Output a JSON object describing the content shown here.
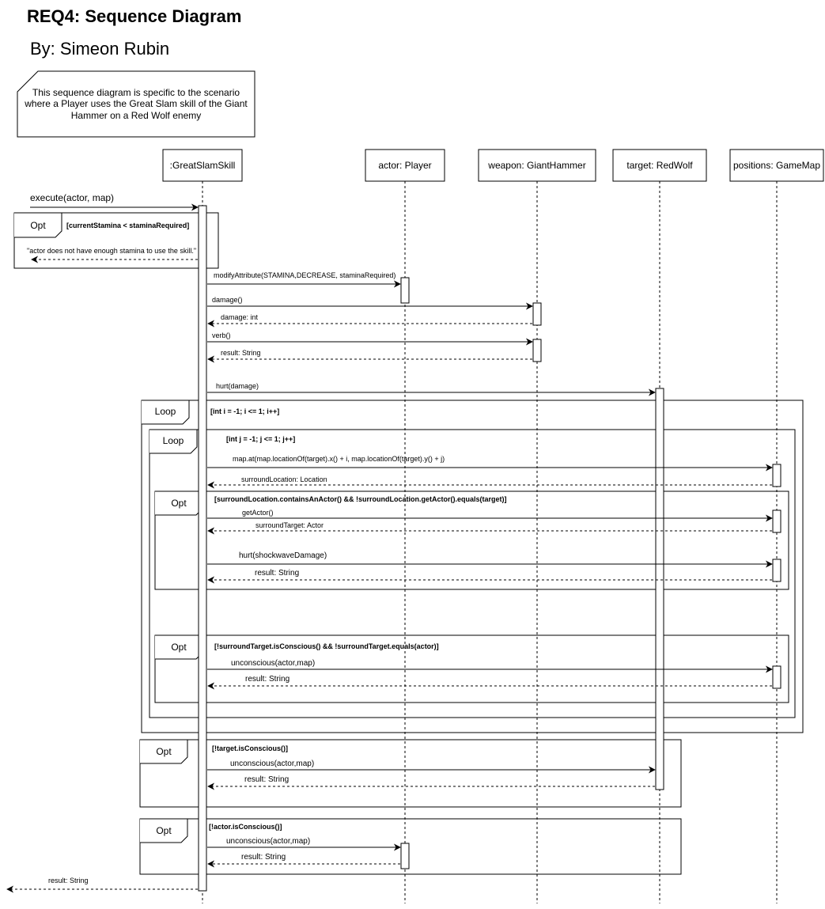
{
  "header": {
    "title": "REQ4: Sequence Diagram",
    "author": "By: Simeon Rubin"
  },
  "note": {
    "lines": [
      "This sequence diagram is specific to the scenario",
      "where a Player uses the Great Slam skill of the Giant",
      "Hammer on a Red Wolf enemy"
    ]
  },
  "lifelines": [
    {
      "id": "skill",
      "label": ":GreatSlamSkill"
    },
    {
      "id": "player",
      "label": "actor: Player"
    },
    {
      "id": "hammer",
      "label": "weapon: GiantHammer"
    },
    {
      "id": "wolf",
      "label": "target: RedWolf"
    },
    {
      "id": "map",
      "label": "positions: GameMap"
    }
  ],
  "frames": [
    {
      "kind": "Opt",
      "guard": "[currentStamina < staminaRequired]"
    },
    {
      "kind": "Loop",
      "guard": "[int i = -1; i <= 1; i++]"
    },
    {
      "kind": "Loop",
      "guard": "[int j = -1; j <= 1; j++]"
    },
    {
      "kind": "Opt",
      "guard": "[surroundLocation.containsAnActor() && !surroundLocation.getActor().equals(target)]"
    },
    {
      "kind": "Opt",
      "guard": "[!surroundTarget.isConscious() && !surroundTarget.equals(actor)]"
    },
    {
      "kind": "Opt",
      "guard": "[!target.isConscious()]"
    },
    {
      "kind": "Opt",
      "guard": "[!actor.isConscious()]"
    }
  ],
  "messages": [
    "execute(actor, map)",
    "\"actor does not have enough stamina to use the skill.\"",
    "modifyAttribute(STAMINA,DECREASE, staminaRequired)",
    "damage()",
    "damage: int",
    "verb()",
    "result: String",
    "hurt(damage)",
    "map.at(map.locationOf(target).x() + i, map.locationOf(target).y() + j)",
    "surroundLocation: Location",
    "getActor()",
    "surroundTarget: Actor",
    "hurt(shockwaveDamage)",
    "result: String",
    "unconscious(actor,map)",
    "result: String",
    "unconscious(actor,map)",
    "result: String",
    "unconscious(actor,map)",
    "result: String",
    "result: String"
  ],
  "colors": {
    "stroke": "#000000",
    "background": "#ffffff"
  }
}
